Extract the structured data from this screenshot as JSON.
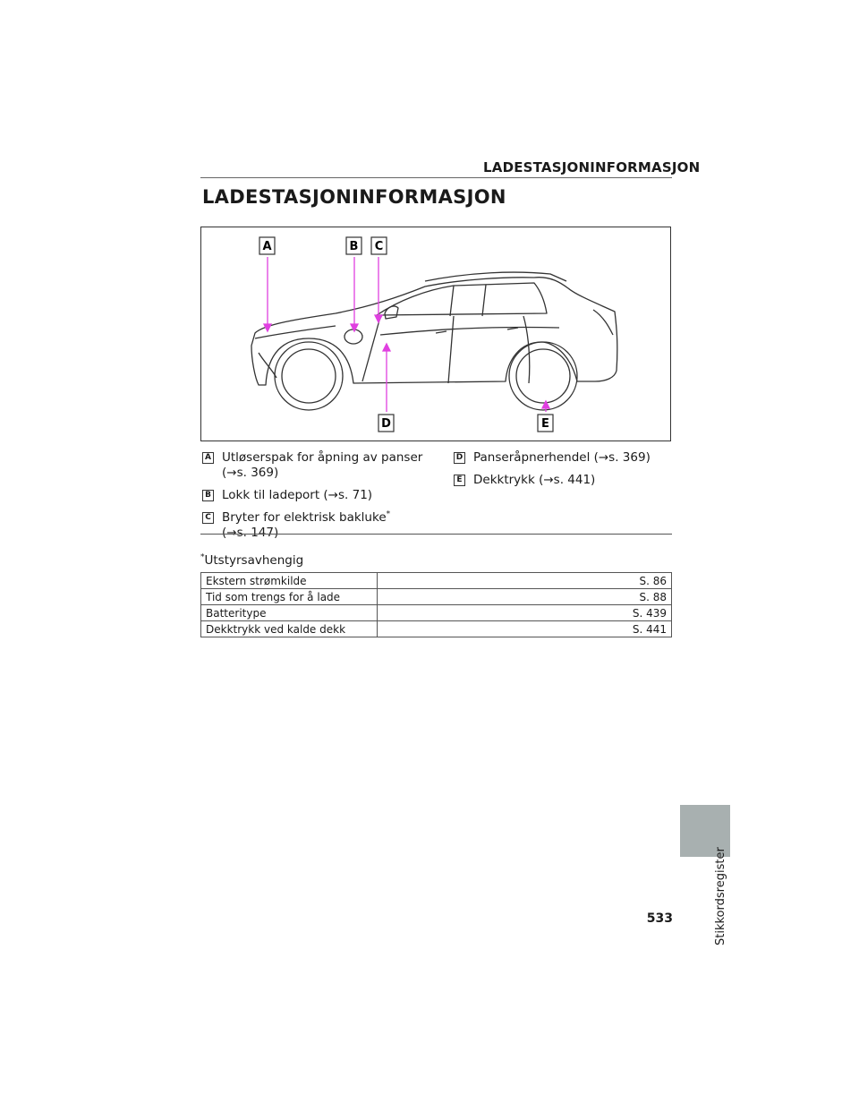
{
  "header": {
    "running_title": "LADESTASJONINFORMASJON"
  },
  "page_title": "LADESTASJONINFORMASJON",
  "figure": {
    "callouts": [
      "A",
      "B",
      "C",
      "D",
      "E"
    ]
  },
  "legend_left": [
    {
      "letter": "A",
      "line1": "Utløserspak for åpning av panser",
      "line2": "(→s. 369)"
    },
    {
      "letter": "B",
      "line1": "Lokk til ladeport (→s. 71)",
      "line2": ""
    },
    {
      "letter": "C",
      "line1": "Bryter for elektrisk bakluke",
      "sup": "*",
      "line2": "(→s. 147)"
    }
  ],
  "legend_right": [
    {
      "letter": "D",
      "line1": "Panseråpnerhendel (→s. 369)"
    },
    {
      "letter": "E",
      "line1": "Dekktrykk (→s. 441)"
    }
  ],
  "footnote": {
    "marker": "*",
    "text": "Utstyrsavhengig"
  },
  "table": [
    {
      "label": "Ekstern strømkilde",
      "page": "S. 86"
    },
    {
      "label": "Tid som trengs for å lade",
      "page": "S. 88"
    },
    {
      "label": "Batteritype",
      "page": "S. 439"
    },
    {
      "label": "Dekktrykk ved kalde dekk",
      "page": "S. 441"
    }
  ],
  "side_tab_label": "Stikkordsregister",
  "page_number": "533",
  "colors": {
    "callout_line": "#e040e0",
    "side_tab": "#a8b0b0"
  }
}
